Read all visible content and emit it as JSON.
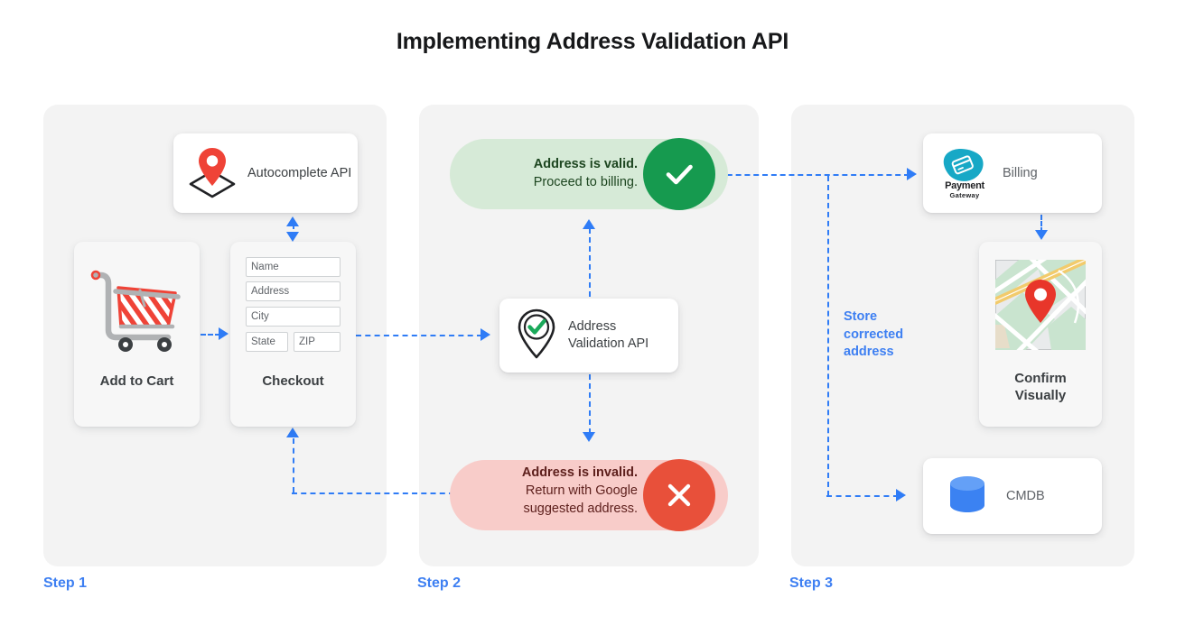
{
  "page": {
    "title": "Implementing Address Validation API"
  },
  "colors": {
    "accent_blue": "#2f7cf6",
    "panel_bg": "#f3f3f3",
    "valid_pill_bg": "#d6ead7",
    "valid_circle": "#169a4f",
    "invalid_pill_bg": "#f8ccc9",
    "invalid_circle": "#e8503a",
    "text_dark": "#3c4043",
    "step_label": "#3d7ff2"
  },
  "steps": [
    {
      "id": "step1",
      "label": "Step 1"
    },
    {
      "id": "step2",
      "label": "Step 2"
    },
    {
      "id": "step3",
      "label": "Step 3"
    }
  ],
  "step1": {
    "autocomplete": {
      "label": "Autocomplete API",
      "icon": "map-pin-diamond-icon"
    },
    "add_to_cart": {
      "caption": "Add to Cart",
      "icon": "shopping-cart-icon"
    },
    "checkout": {
      "caption": "Checkout",
      "fields": [
        {
          "name": "name",
          "placeholder": "Name"
        },
        {
          "name": "address",
          "placeholder": "Address"
        },
        {
          "name": "city",
          "placeholder": "City"
        },
        {
          "name": "state",
          "placeholder": "State"
        },
        {
          "name": "zip",
          "placeholder": "ZIP"
        }
      ]
    }
  },
  "step2": {
    "valid": {
      "line1": "Address is valid.",
      "line2": "Proceed to billing.",
      "icon": "check-circle-icon"
    },
    "validation_api": {
      "label": "Address Validation API",
      "label_line1": "Address",
      "label_line2": "Validation API",
      "icon": "pin-check-icon"
    },
    "invalid": {
      "line1": "Address is invalid.",
      "line2": "Return with Google",
      "line3": "suggested address.",
      "icon": "x-circle-icon"
    }
  },
  "step3": {
    "billing": {
      "label": "Billing",
      "logo_word": "Payment",
      "logo_sub": "Gateway",
      "icon": "payment-gateway-icon"
    },
    "confirm": {
      "caption_line1": "Confirm",
      "caption_line2": "Visually",
      "icon": "map-thumbnail-icon"
    },
    "cmdb": {
      "label": "CMDB",
      "icon": "database-cylinder-icon"
    },
    "store_label": "Store corrected address"
  }
}
